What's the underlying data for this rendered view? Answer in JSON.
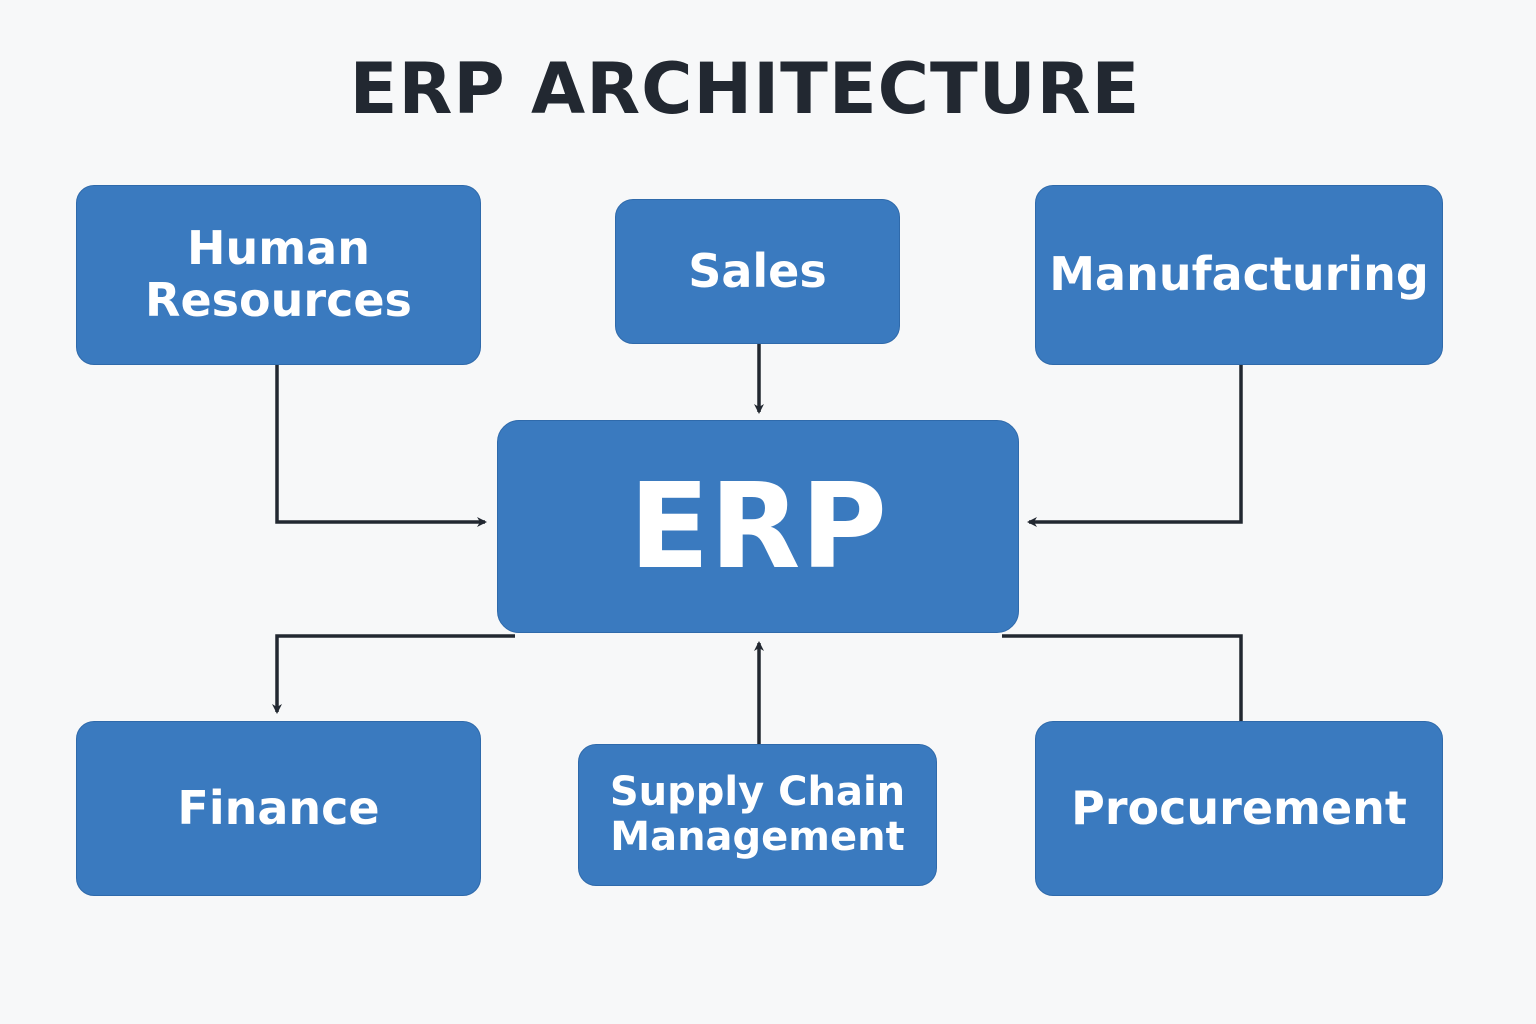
{
  "title": "ERP ARCHITECTURE",
  "colors": {
    "box_fill": "#3a7abf",
    "box_text": "#ffffff",
    "connector": "#222831",
    "title": "#222831",
    "background": "#f7f8f9"
  },
  "nodes": {
    "center": {
      "label": "ERP"
    },
    "human_resources": {
      "lines": [
        "Human",
        "Resources"
      ]
    },
    "sales": {
      "lines": [
        "Sales"
      ]
    },
    "manufacturing": {
      "lines": [
        "Manufacturing"
      ]
    },
    "finance": {
      "lines": [
        "Finance"
      ]
    },
    "supply_chain": {
      "lines": [
        "Supply Chain",
        "Management"
      ]
    },
    "procurement": {
      "lines": [
        "Procurement"
      ]
    }
  },
  "edges": [
    {
      "from": "Human Resources",
      "to": "ERP",
      "arrow": "into ERP"
    },
    {
      "from": "Sales",
      "to": "ERP",
      "arrow": "into ERP"
    },
    {
      "from": "Manufacturing",
      "to": "ERP",
      "arrow": "into ERP"
    },
    {
      "from": "ERP",
      "to": "Finance",
      "arrow": "into Finance"
    },
    {
      "from": "Supply Chain Management",
      "to": "ERP",
      "arrow": "into ERP"
    },
    {
      "from": "ERP",
      "to": "Procurement",
      "arrow": "none (line only)"
    }
  ]
}
